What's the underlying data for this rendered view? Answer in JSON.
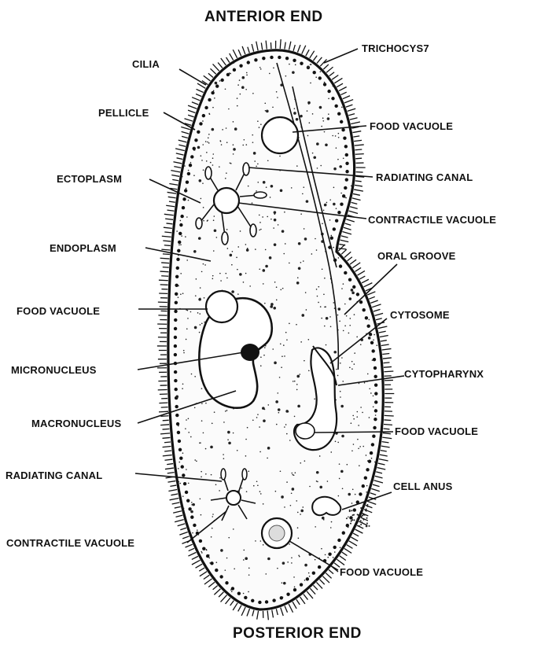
{
  "diagram": {
    "title_top": "ANTERIOR END",
    "title_bottom": "POSTERIOR END",
    "labels": {
      "cilia": "CILIA",
      "pellicle": "PELLICLE",
      "ectoplasm": "ECTOPLASM",
      "endoplasm": "ENDOPLASM",
      "food_vacuole_left": "FOOD VACUOLE",
      "micronucleus": "MICRONUCLEUS",
      "macronucleus": "MACRONUCLEUS",
      "radiating_canal_left": "RADIATING CANAL",
      "contractile_vacuole_left": "CONTRACTILE VACUOLE",
      "trichocyst": "TRICHOCYS7",
      "food_vacuole_top": "FOOD VACUOLE",
      "radiating_canal_right": "RADIATING CANAL",
      "contractile_vacuole_right": "CONTRACTILE VACUOLE",
      "oral_groove": "ORAL GROOVE",
      "cytosome": "CYTOSOME",
      "cytopharynx": "CYTOPHARYNX",
      "food_vacuole_mid": "FOOD VACUOLE",
      "cell_anus": "CELL ANUS",
      "food_vacuole_bottom": "FOOD VACUOLE"
    }
  }
}
